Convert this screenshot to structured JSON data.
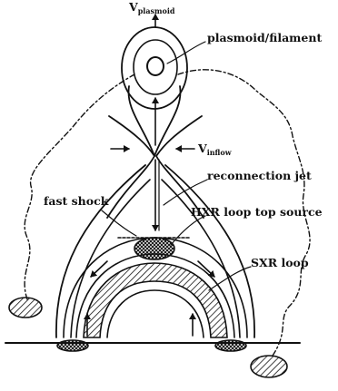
{
  "labels": {
    "v_plasmoid_main": "V",
    "v_plasmoid_sub": "plasmoid",
    "plasmoid_filament": "plasmoid/filament",
    "v_inflow_main": "V",
    "v_inflow_sub": "inflow",
    "reconnection_jet": "reconnection jet",
    "fast_shock": "fast shock",
    "hxr_loop_top_source": "HXR loop top source",
    "sxr_loop": "SXR loop"
  },
  "colors": {
    "ink": "#111111",
    "background": "#ffffff"
  }
}
